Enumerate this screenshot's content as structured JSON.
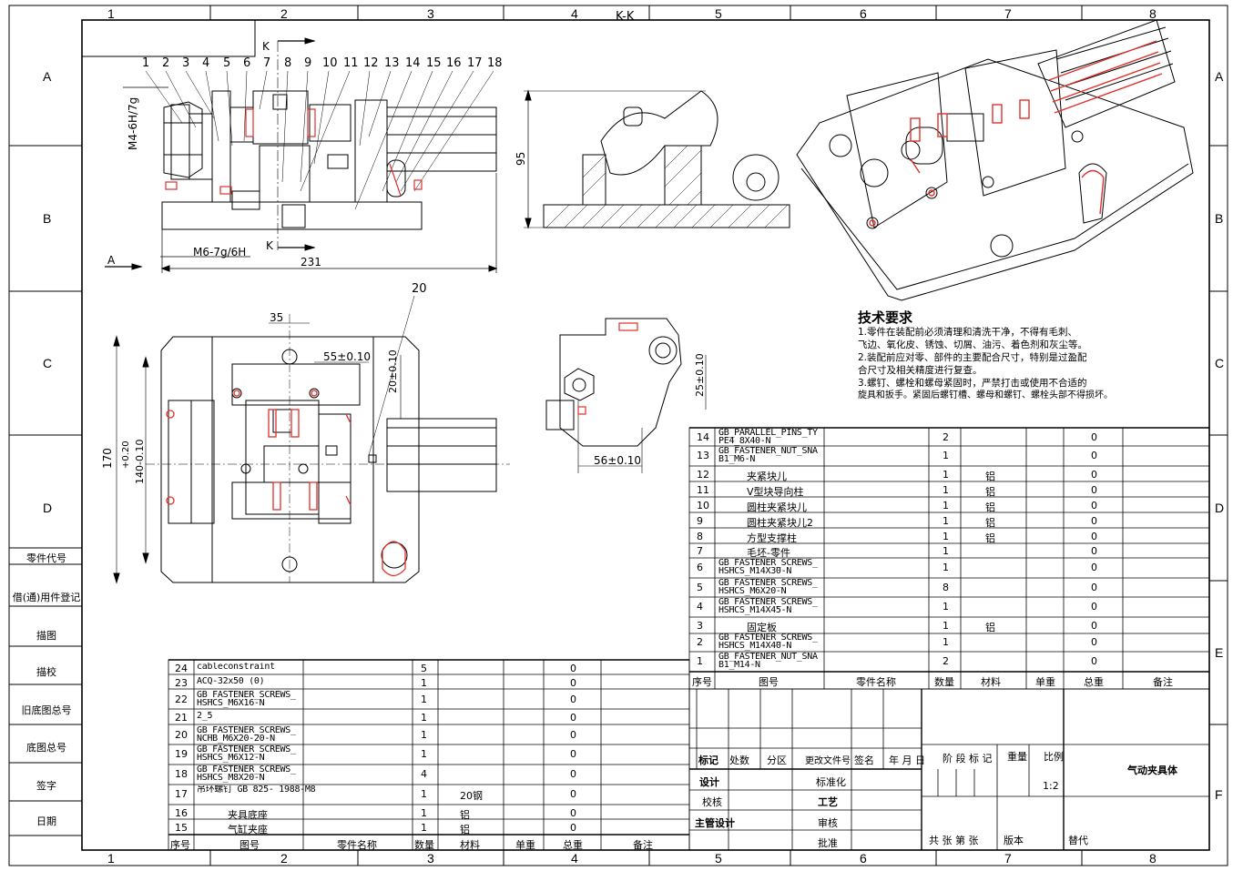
{
  "zones": {
    "top_numbers": [
      "1",
      "2",
      "3",
      "4",
      "5",
      "6",
      "7",
      "8"
    ],
    "side_letters": [
      "A",
      "B",
      "C",
      "D",
      "E",
      "F"
    ]
  },
  "section_label": "K-K",
  "views": {
    "front": {
      "callouts": [
        "1",
        "2",
        "3",
        "4",
        "5",
        "6",
        "7",
        "8",
        "9",
        "10",
        "11",
        "12",
        "13",
        "14",
        "15",
        "16",
        "17",
        "18"
      ],
      "dim_thread_top": "M4-6H/7g",
      "dim_thread_bottom": "M6-7g/6H",
      "dim_length": "231",
      "section_mark": "K",
      "view_mark": "A"
    },
    "section": {
      "dim_height": "95"
    },
    "plan": {
      "callout": "20",
      "dim_35": "35",
      "dim_55": "55±0.10",
      "dim_20": "20±0.10",
      "dim_170": "170",
      "dim_140": "140-0.10",
      "dim_140_tol": "+0.20"
    },
    "side": {
      "dim_25": "25±0.10",
      "dim_56": "56±0.10"
    }
  },
  "tech_requirements": {
    "heading": "技术要求",
    "lines": [
      "1.零件在装配前必须清理和清洗干净，不得有毛刺、",
      "飞边、氧化皮、锈蚀、切屑、油污、着色剂和灰尘等。",
      "2.装配前应对零、部件的主要配合尺寸，特别是过盈配",
      "合尺寸及相关精度进行复查。",
      "3.螺钉、螺栓和螺母紧固时，严禁打击或使用不合适的",
      "旋具和扳手。紧固后螺钉槽、螺母和螺钉、螺栓头部不得损坏。"
    ]
  },
  "left_column": [
    "零件代号",
    "借(通)用件登记",
    "描图",
    "描校",
    "旧底图总号",
    "底图总号",
    "签字",
    "日期"
  ],
  "bom_right": {
    "headers": [
      "序号",
      "图号",
      "零件名称",
      "数量",
      "材料",
      "单重",
      "总重",
      "备注"
    ],
    "rows": [
      {
        "no": "14",
        "drawing": "GB_PARALLEL_PINS_TY PE4_8X40-N",
        "name": "",
        "qty": "2",
        "material": "",
        "weight": "0"
      },
      {
        "no": "13",
        "drawing": "GB_FASTENER_NUT_SNA B1_M6-N",
        "name": "",
        "qty": "1",
        "material": "",
        "weight": "0"
      },
      {
        "no": "12",
        "drawing": "",
        "name": "夹紧块儿",
        "qty": "1",
        "material": "铝",
        "weight": "0"
      },
      {
        "no": "11",
        "drawing": "",
        "name": "V型块导向柱",
        "qty": "1",
        "material": "铝",
        "weight": "0"
      },
      {
        "no": "10",
        "drawing": "",
        "name": "圆柱夹紧块儿",
        "qty": "1",
        "material": "铝",
        "weight": "0"
      },
      {
        "no": "9",
        "drawing": "",
        "name": "圆柱夹紧块儿2",
        "qty": "1",
        "material": "铝",
        "weight": "0"
      },
      {
        "no": "8",
        "drawing": "",
        "name": "方型支撑柱",
        "qty": "1",
        "material": "铝",
        "weight": "0"
      },
      {
        "no": "7",
        "drawing": "",
        "name": "毛坯-零件",
        "qty": "1",
        "material": "",
        "weight": "0"
      },
      {
        "no": "6",
        "drawing": "GB_FASTENER_SCREWS_ HSHCS_M14X30-N",
        "name": "",
        "qty": "1",
        "material": "",
        "weight": "0"
      },
      {
        "no": "5",
        "drawing": "GB_FASTENER_SCREWS_ HSHCS_M6X20-N",
        "name": "",
        "qty": "8",
        "material": "",
        "weight": "0"
      },
      {
        "no": "4",
        "drawing": "GB_FASTENER_SCREWS_ HSHCS_M14X45-N",
        "name": "",
        "qty": "1",
        "material": "",
        "weight": "0"
      },
      {
        "no": "3",
        "drawing": "",
        "name": "固定板",
        "qty": "1",
        "material": "铝",
        "weight": "0"
      },
      {
        "no": "2",
        "drawing": "GB_FASTENER_SCREWS_ HSHCS_M14X40-N",
        "name": "",
        "qty": "1",
        "material": "",
        "weight": "0"
      },
      {
        "no": "1",
        "drawing": "GB_FASTENER_NUT_SNA B1_M14-N",
        "name": "",
        "qty": "2",
        "material": "",
        "weight": "0"
      }
    ]
  },
  "bom_left": {
    "headers": [
      "序号",
      "图号",
      "零件名称",
      "数量",
      "材料",
      "单重",
      "总重",
      "备注"
    ],
    "rows": [
      {
        "no": "24",
        "drawing": "cableconstraint",
        "name": "",
        "qty": "5",
        "material": "",
        "weight": "0"
      },
      {
        "no": "23",
        "drawing": "ACQ-32x50 (0)",
        "name": "",
        "qty": "1",
        "material": "",
        "weight": "0"
      },
      {
        "no": "22",
        "drawing": "GB_FASTENER_SCREWS_ HSHCS_M6X16-N",
        "name": "",
        "qty": "1",
        "material": "",
        "weight": "0"
      },
      {
        "no": "21",
        "drawing": "2_5",
        "name": "",
        "qty": "1",
        "material": "",
        "weight": "0"
      },
      {
        "no": "20",
        "drawing": "GB_FASTENER_SCREWS_ NCHB_M6X20-20-N",
        "name": "",
        "qty": "1",
        "material": "",
        "weight": "0"
      },
      {
        "no": "19",
        "drawing": "GB_FASTENER_SCREWS_ HSHCS_M6X12-N",
        "name": "",
        "qty": "1",
        "material": "",
        "weight": "0"
      },
      {
        "no": "18",
        "drawing": "GB_FASTENER_SCREWS_ HSHCS_M8X20-N",
        "name": "",
        "qty": "4",
        "material": "",
        "weight": "0"
      },
      {
        "no": "17",
        "drawing": "吊环螺钉 GB 825- 1988-M8",
        "name": "",
        "qty": "1",
        "material": "20钢",
        "weight": "0"
      },
      {
        "no": "16",
        "drawing": "",
        "name": "夹具底座",
        "qty": "1",
        "material": "铝",
        "weight": "0"
      },
      {
        "no": "15",
        "drawing": "",
        "name": "气缸夹座",
        "qty": "1",
        "material": "铝",
        "weight": "0"
      }
    ]
  },
  "title_block": {
    "row1": [
      "标记",
      "处数",
      "分区",
      "更改文件号",
      "签名",
      "年 月 日"
    ],
    "design": "设计",
    "standard": "标准化",
    "check": "校核",
    "process": "工艺",
    "chief": "主管设计",
    "review": "审核",
    "approve": "批准",
    "stage": "阶 段 标 记",
    "weight": "重量",
    "scale_label": "比例",
    "scale": "1:2",
    "title": "气动夹具体",
    "sheets": "共  张   第  张",
    "version": "版本",
    "replace": "替代"
  }
}
